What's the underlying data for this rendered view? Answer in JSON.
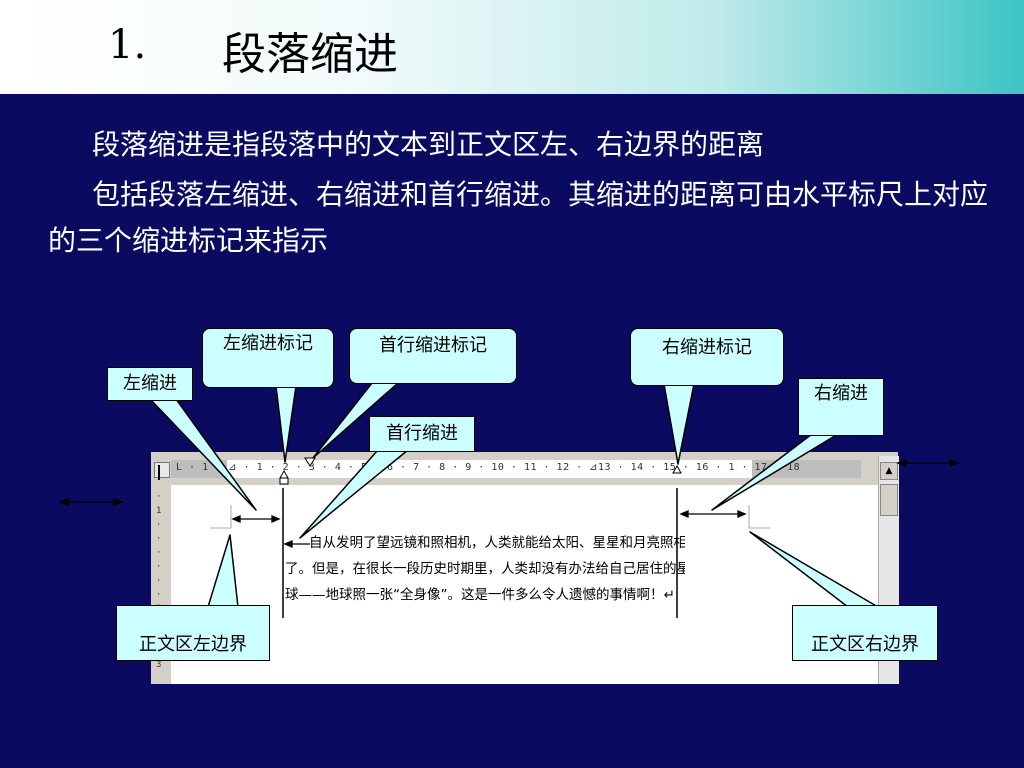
{
  "header": {
    "number": "1.",
    "title": "段落缩进"
  },
  "content": {
    "paragraph1": "段落缩进是指段落中的文本到正文区左、右边界的距离",
    "paragraph2": "包括段落左缩进、右缩进和首行缩进。其缩进的距离可由水平标尺上对应的三个缩进标记来指示"
  },
  "callouts": {
    "left_indent": "左缩进",
    "left_indent_marker": "左缩进标记",
    "first_line_marker": "首行缩进标记",
    "first_line_indent": "首行缩进",
    "right_indent_marker": "右缩进标记",
    "right_indent": "右缩进",
    "body_left_border": "正文区左边界",
    "body_right_border": "正文区右边界"
  },
  "ruler": {
    "numbers": "L  · 1 · ⊿ · 1 · 2 · 3 · 4 · 5 · 6 · 7 · 8 · 9 · 10 · 11 · 12 · ⊿13 · 14 · 15 · 16 · 1 · 17 · 18",
    "vertical_numbers": "· 1 · · · · · · 2 · · · 3",
    "tab_icon": "tab-stop-icon",
    "scroll_up_icon": "arrow-up-icon"
  },
  "document_text": [
    "自从发明了望远镜和照相机，人类就能给太阳、星星和月亮照相",
    "了。但是，在很长一段历史时期里，人类却没有办法给自己居住的星",
    "球——地球照一张“全身像”。这是一件多么令人遗憾的事情啊！↵"
  ],
  "colors": {
    "background": "#0a0a60",
    "callout_fill": "#ccffff",
    "header_end": "#3cc4c4"
  }
}
